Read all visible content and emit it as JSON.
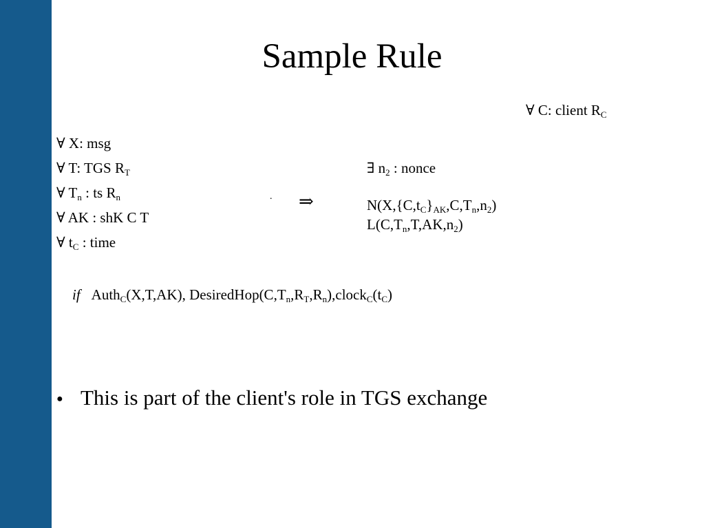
{
  "accent_color": "#155a8c",
  "slide": {
    "title": "Sample Rule",
    "client": {
      "prefix": "∀ C: client R",
      "sub": "C"
    },
    "vars": [
      {
        "a": "∀ X: msg"
      },
      {
        "a": "∀ T: TGS R",
        "s1": "T"
      },
      {
        "a": "∀ T",
        "s1": "n",
        "b": " : ts R",
        "s2": "n"
      },
      {
        "a": "∀ AK : shK C T"
      },
      {
        "a": "∀ t",
        "s1": "C",
        "b": " : time"
      }
    ],
    "dot": ".",
    "arrow": "⇒",
    "exists": {
      "a": "∃ n",
      "s": "2",
      "b": " : nonce"
    },
    "n_line": {
      "p1": "N(X,{C,t",
      "s1": "C",
      "p2": "}",
      "s2": "AK",
      "p3": ",C,T",
      "s3": "n",
      "p4": ",n",
      "s4": "2",
      "p5": ")"
    },
    "l_line": {
      "p1": "L(C,T",
      "s1": "n",
      "p2": ",T,AK,n",
      "s2": "2",
      "p3": ")"
    },
    "cond": {
      "if": "if",
      "p1": "Auth",
      "s1": "C",
      "p2": "(X,T,AK), DesiredHop(C,T",
      "s2": "n",
      "p3": ",R",
      "s3": "T",
      "p4": ",R",
      "s4": "n",
      "p5": "),clock",
      "s5": "C",
      "p6": "(t",
      "s6": "C",
      "p7": ")"
    },
    "bullet_marker": "●",
    "bullet": "This is part of the client's role in TGS exchange"
  }
}
